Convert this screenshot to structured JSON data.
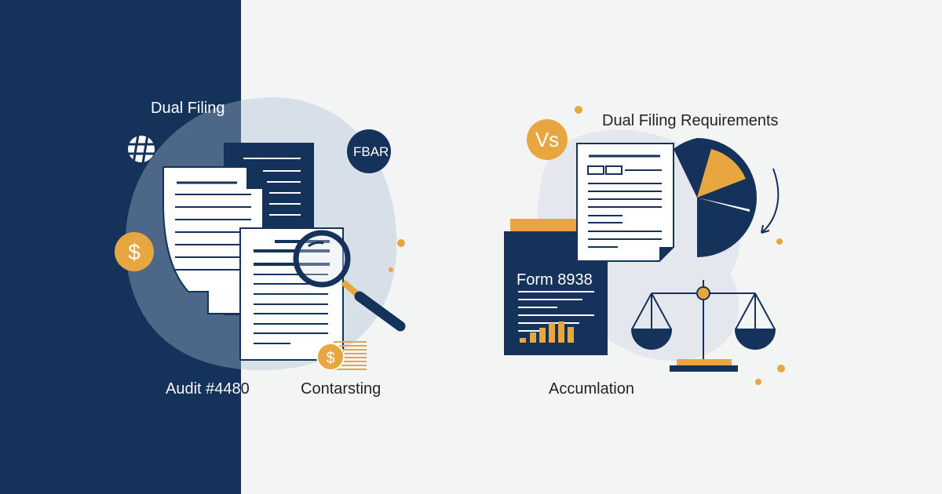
{
  "colors": {
    "navy": "#14325a",
    "orange": "#e8a640",
    "background": "#f3f4f4",
    "blob": "#e4e8ee"
  },
  "left": {
    "title": "Dual Filing",
    "badge": "FBAR",
    "bottom_left": "Audit #4480",
    "bottom_right": "Contarsting",
    "icons": [
      "hash-globe-icon",
      "dollar-coin-icon",
      "magnifier-icon",
      "coin-stack-icon"
    ]
  },
  "right": {
    "title": "Dual Filing Requirements",
    "vs_badge": "Vs",
    "form_label": "Form 8938",
    "caption": "Accumlation",
    "icons": [
      "pie-chart-icon",
      "scales-icon",
      "curved-arrow-icon",
      "document-icon",
      "bar-chart-icon"
    ]
  }
}
